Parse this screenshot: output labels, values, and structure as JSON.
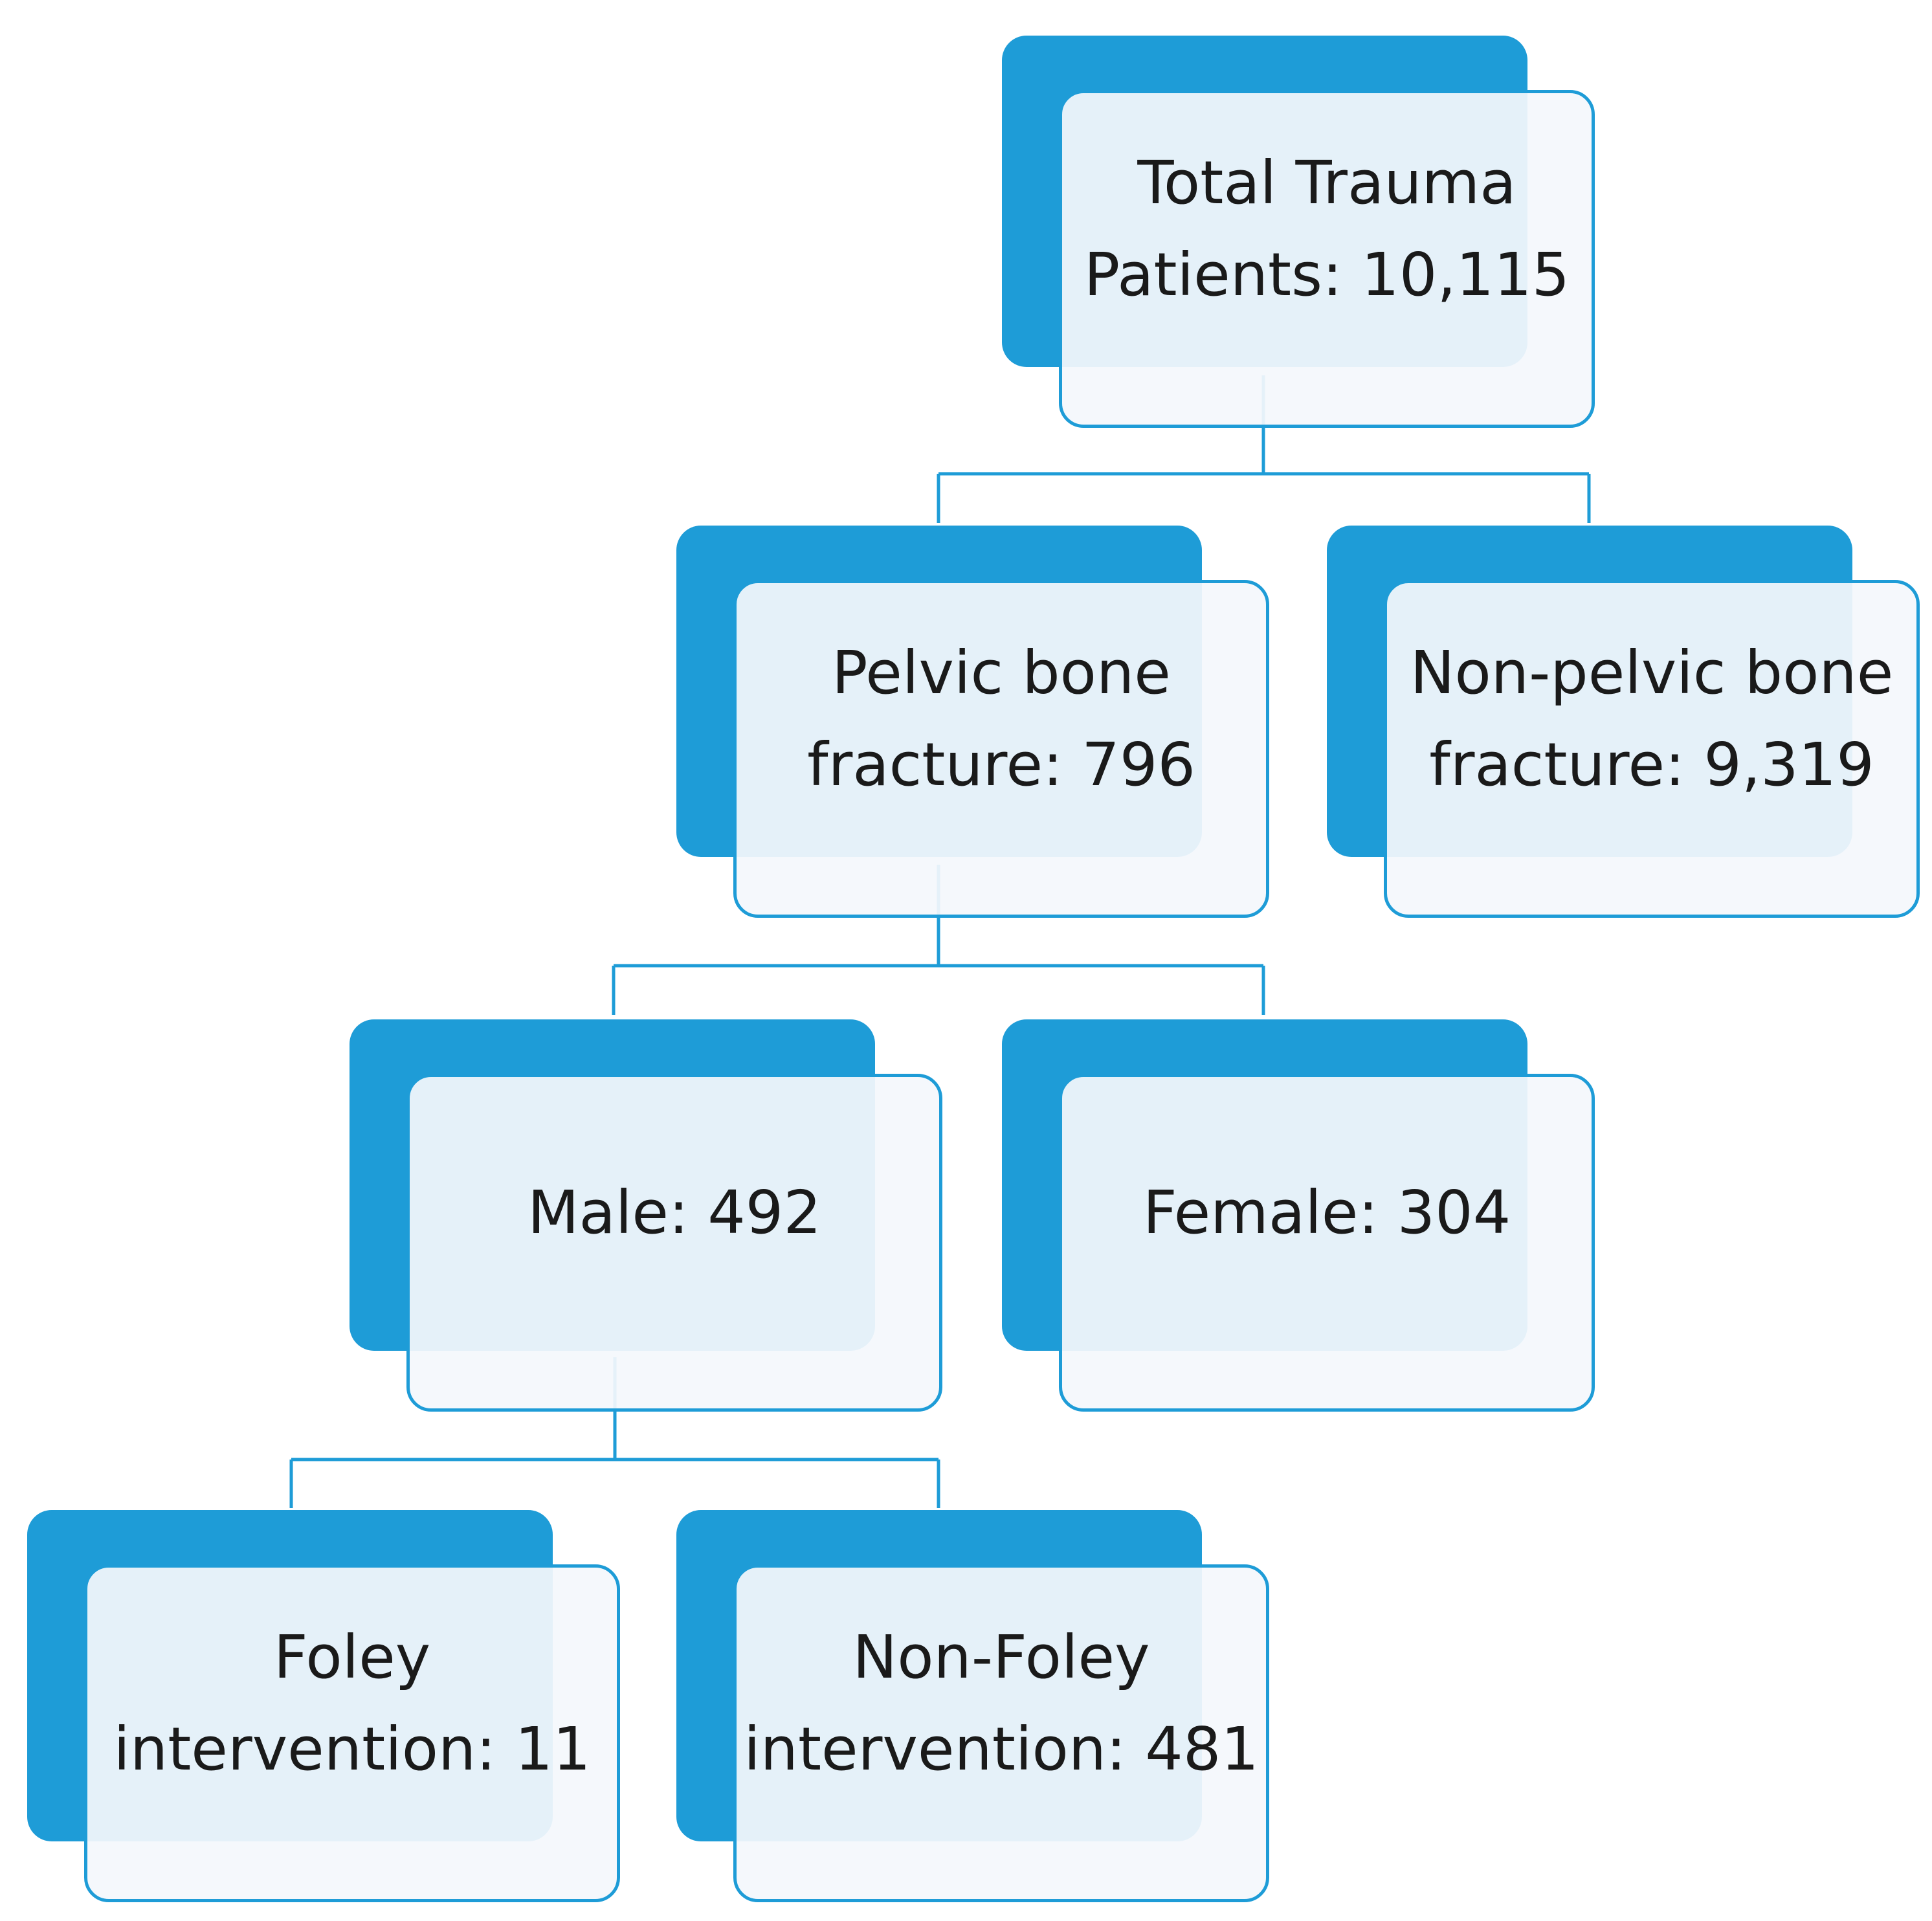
{
  "colors": {
    "accent": "#1e9cd7",
    "box_fill": "#eef5fb",
    "text": "#1a1a1a"
  },
  "nodes": {
    "total": {
      "line1": "Total Trauma",
      "line2": "Patients: 10,115"
    },
    "pelvic": {
      "line1": "Pelvic bone",
      "line2": "fracture: 796"
    },
    "non_pelvic": {
      "line1": "Non-pelvic bone",
      "line2": "fracture: 9,319"
    },
    "male": {
      "line1": "Male: 492"
    },
    "female": {
      "line1": "Female: 304"
    },
    "foley": {
      "line1": "Foley",
      "line2": "intervention: 11"
    },
    "non_foley": {
      "line1": "Non-Foley",
      "line2": "intervention: 481"
    }
  }
}
